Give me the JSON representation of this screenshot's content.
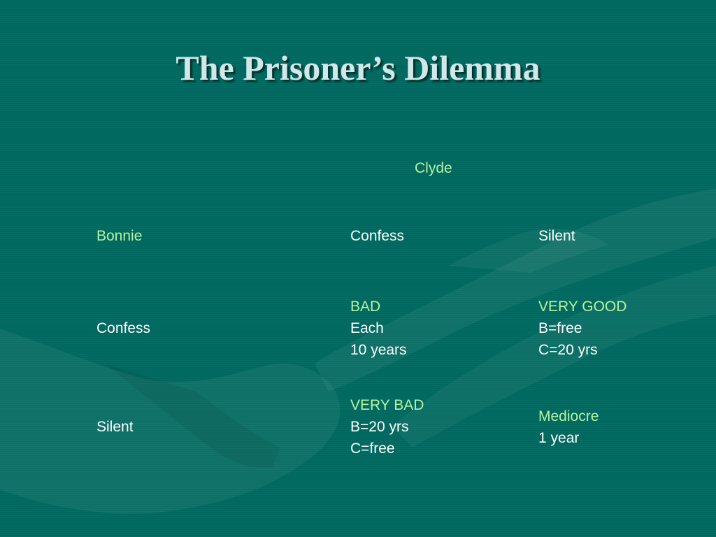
{
  "slide": {
    "title": "The Prisoner’s Dilemma",
    "column_player": "Clyde",
    "row_player": "Bonnie",
    "column_headers": [
      "Confess",
      "Silent"
    ],
    "row_headers": [
      "Confess",
      "Silent"
    ],
    "outcomes": {
      "confess_confess": {
        "rating": "BAD",
        "line1": "Each",
        "line2": "10 years"
      },
      "confess_silent": {
        "rating": "VERY GOOD",
        "line1": "B=free",
        "line2": "C=20 yrs"
      },
      "silent_confess": {
        "rating": "VERY BAD",
        "line1": "B=20 yrs",
        "line2": "C=free"
      },
      "silent_silent": {
        "rating": "Mediocre",
        "line1": "1 year"
      }
    }
  },
  "colors": {
    "background": "#006a60",
    "title": "#cfe8ea",
    "highlight": "#b6f3a2",
    "text": "#ffffff"
  }
}
